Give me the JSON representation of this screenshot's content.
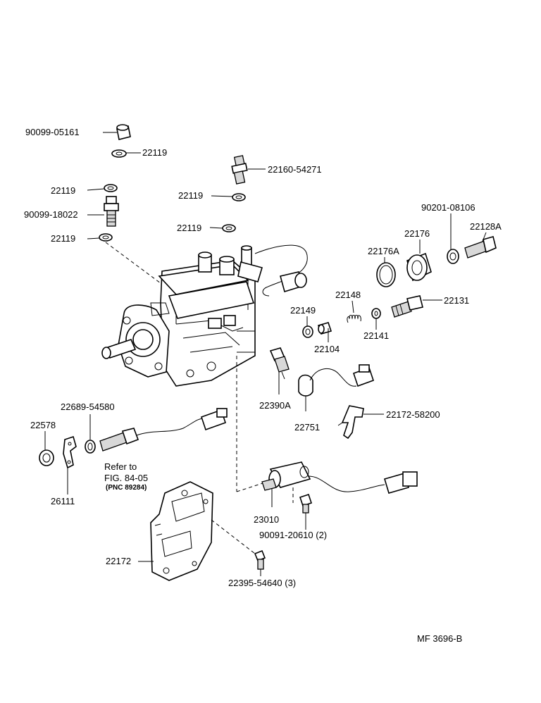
{
  "labels": {
    "p90099_05161": "90099-05161",
    "p22119_a": "22119",
    "p22119_b": "22119",
    "p90099_18022": "90099-18022",
    "p22119_c": "22119",
    "p22160_54271": "22160-54271",
    "p22119_d": "22119",
    "p22119_e": "22119",
    "p90201_08106": "90201-08106",
    "p22176": "22176",
    "p22128A": "22128A",
    "p22176A": "22176A",
    "p22148": "22148",
    "p22149": "22149",
    "p22131": "22131",
    "p22141": "22141",
    "p22104": "22104",
    "p22390A": "22390A",
    "p22751": "22751",
    "p22172_58200": "22172-58200",
    "p22689_54580": "22689-54580",
    "p22578": "22578",
    "p26111": "26111",
    "refer_line1": "Refer  to",
    "refer_line2": "FIG. 84-05",
    "refer_line3": "(PNC  89284)",
    "p23010": "23010",
    "p90091_20610": "90091-20610 (2)",
    "p22172": "22172",
    "p22395_54640": "22395-54640 (3)",
    "diagram_code": "MF  3696-B"
  }
}
